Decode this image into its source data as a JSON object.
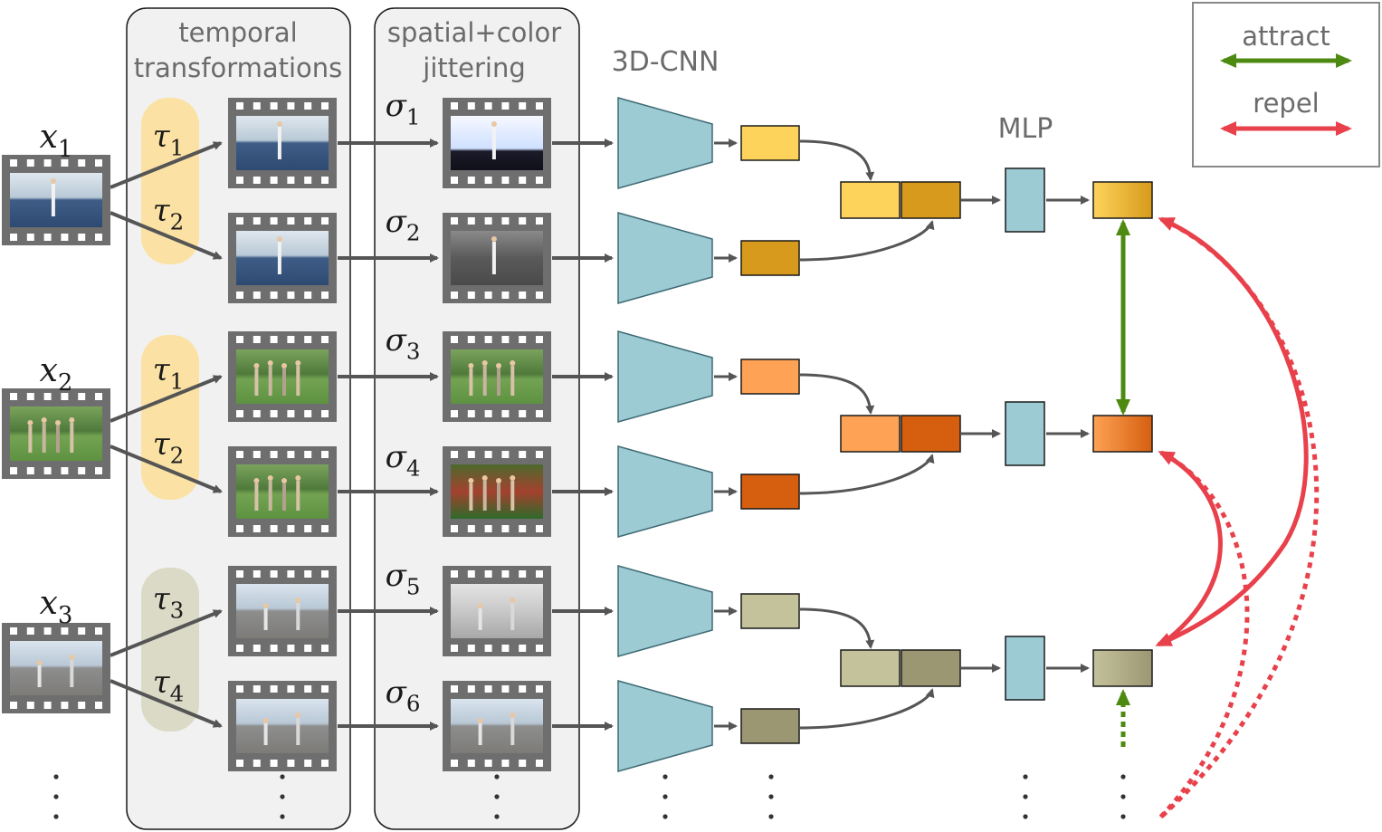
{
  "headers": {
    "temporal_line1": "temporal",
    "temporal_line2": "transformations",
    "spatial_line1": "spatial+color",
    "spatial_line2": "jittering",
    "cnn": "3D-CNN",
    "mlp": "MLP"
  },
  "legend": {
    "attract": "attract",
    "repel": "repel",
    "attract_color": "#4e8a12",
    "repel_color": "#e8414b"
  },
  "videos": [
    {
      "symbol": "x",
      "index": "1"
    },
    {
      "symbol": "x",
      "index": "2"
    },
    {
      "symbol": "x",
      "index": "3"
    }
  ],
  "taus": [
    {
      "symbol": "τ",
      "index": "1"
    },
    {
      "symbol": "τ",
      "index": "2"
    },
    {
      "symbol": "τ",
      "index": "1"
    },
    {
      "symbol": "τ",
      "index": "2"
    },
    {
      "symbol": "τ",
      "index": "3"
    },
    {
      "symbol": "τ",
      "index": "4"
    }
  ],
  "sigmas": [
    {
      "symbol": "σ",
      "index": "1"
    },
    {
      "symbol": "σ",
      "index": "2"
    },
    {
      "symbol": "σ",
      "index": "3"
    },
    {
      "symbol": "σ",
      "index": "4"
    },
    {
      "symbol": "σ",
      "index": "5"
    },
    {
      "symbol": "σ",
      "index": "6"
    }
  ],
  "colors": {
    "feature_rows": [
      "#fdd35b",
      "#d79a1c",
      "#fea255",
      "#d55f0f",
      "#c4c29b",
      "#9b9773"
    ],
    "tau_pill_warm": "#fbe2a4",
    "tau_pill_neutral": "#dadac6",
    "cnn": "#9ccbd4",
    "mlp": "#9ccbd4",
    "arrow": "#555555",
    "film": "#6e6e6e"
  }
}
